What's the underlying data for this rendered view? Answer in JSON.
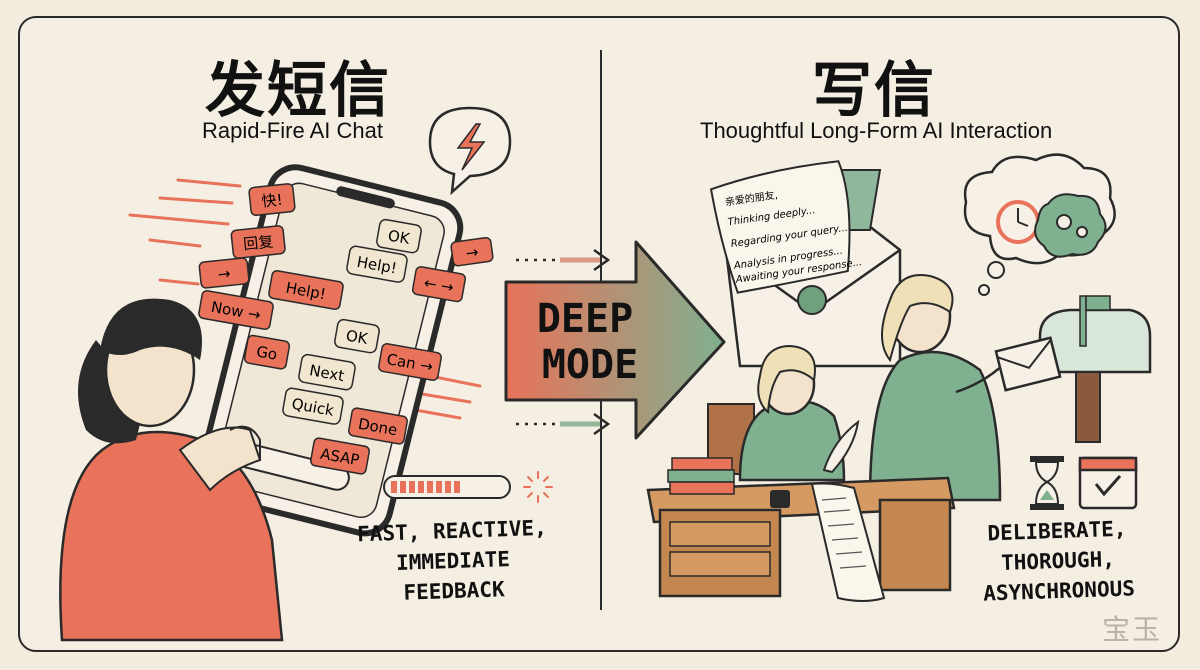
{
  "left": {
    "title": "发短信",
    "subtitle": "Rapid-Fire AI Chat",
    "caption_lines": [
      "FAST, REACTIVE,",
      "IMMEDIATE",
      "FEEDBACK"
    ],
    "bubbles": [
      "快!",
      "回复",
      "→",
      "Now →",
      "Help!",
      "OK",
      "Help!",
      "← →",
      "→",
      "OK",
      "Go",
      "Next",
      "Can →",
      "Quick",
      "Done",
      "ASAP"
    ]
  },
  "center": {
    "arrow_line1": "DEEP",
    "arrow_line2": "MODE"
  },
  "right": {
    "title": "写信",
    "subtitle": "Thoughtful Long-Form AI Interaction",
    "letter_lines": [
      "亲爱的朋友,",
      "Thinking deeply...",
      "Regarding your query...",
      "Analysis in progress...",
      "Awaiting your response..."
    ],
    "caption_lines": [
      "DELIBERATE,",
      "THOROUGH,",
      "ASYNCHRONOUS"
    ]
  },
  "watermark": "宝玉",
  "colors": {
    "coral": "#e8735a",
    "sage": "#7fb08f",
    "ink": "#1f1f1f",
    "paper": "#f5eee2"
  },
  "icons": [
    "lightning-icon",
    "clock-icon",
    "brain-gears-icon",
    "hourglass-icon",
    "calendar-check-icon",
    "mailbox-icon",
    "envelope-icon",
    "quill-icon",
    "ink-bottle-icon",
    "book-stack-icon"
  ]
}
